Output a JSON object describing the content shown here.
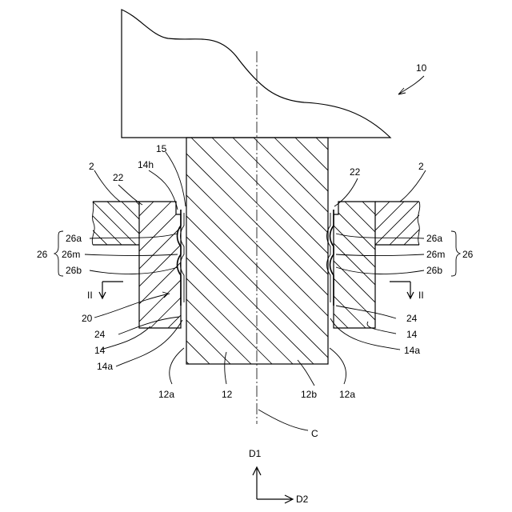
{
  "labels": {
    "assembly": "10",
    "plate_left": "2",
    "plate_right": "2",
    "spacer_left": "22",
    "spacer_right": "22",
    "bore": "14h",
    "gap": "15",
    "bracket_left": "26",
    "bracket_right": "26",
    "ridge_a_left": "26a",
    "ridge_a_right": "26a",
    "mid_left": "26m",
    "mid_right": "26m",
    "ridge_b_left": "26b",
    "ridge_b_right": "26b",
    "section_left": "II",
    "section_right": "II",
    "sleeve": "20",
    "collar_left": "24",
    "collar_right": "24",
    "bushing_left": "14",
    "bushing_right": "14",
    "bushing_face_left": "14a",
    "bushing_face_right": "14a",
    "shaft": "12",
    "shaft_end_left": "12a",
    "shaft_end_right": "12a",
    "shaft_face": "12b",
    "axis": "C",
    "dir_up": "D1",
    "dir_right": "D2"
  },
  "colors": {
    "line": "#000000",
    "background": "#ffffff"
  }
}
